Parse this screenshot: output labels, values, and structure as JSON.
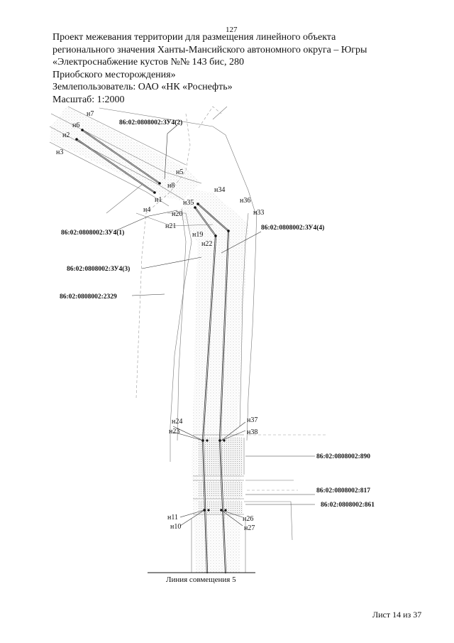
{
  "page_number_top": "127",
  "header": {
    "line1": "Проект межевания территории для размещения линейного объекта",
    "line2": "регионального значения Ханты-Мансийского автономного округа – Югры",
    "line3": "«Электроснабжение кустов №№ 143 бис, 280",
    "line4": "Приобского месторождения»",
    "line5": "Землепользователь: ОАО «НК «Роснефть»",
    "line6": "Масштаб: 1:2000"
  },
  "points": {
    "n7": "н7",
    "n6": "н6",
    "n2": "н2",
    "n3": "н3",
    "n5": "н5",
    "n8": "н8",
    "n1": "н1",
    "n4": "н4",
    "n34": "н34",
    "n35": "н35",
    "n36": "н36",
    "n33": "н33",
    "n20": "н20",
    "n21": "н21",
    "n19": "н19",
    "n22": "н22",
    "n24": "н24",
    "n23": "н23",
    "n37": "н37",
    "n38": "н38",
    "n11": "н11",
    "n10": "н10",
    "n26": "н26",
    "n27": "н27"
  },
  "cadastral": {
    "zu4_2": "86:02:0808002:ЗУ4(2)",
    "zu4_1": "86:02:0808002:ЗУ4(1)",
    "zu4_4": "86:02:0808002:ЗУ4(4)",
    "zu4_3": "86:02:0808002:ЗУ4(3)",
    "p2329": "86:02:0808002:2329",
    "p890": "86:02:0808002:890",
    "p817": "86:02:0808002:817",
    "p861": "86:02:0808002:861"
  },
  "match_line": "Линия совмещения 5",
  "sheet": "Лист 14 из 37"
}
